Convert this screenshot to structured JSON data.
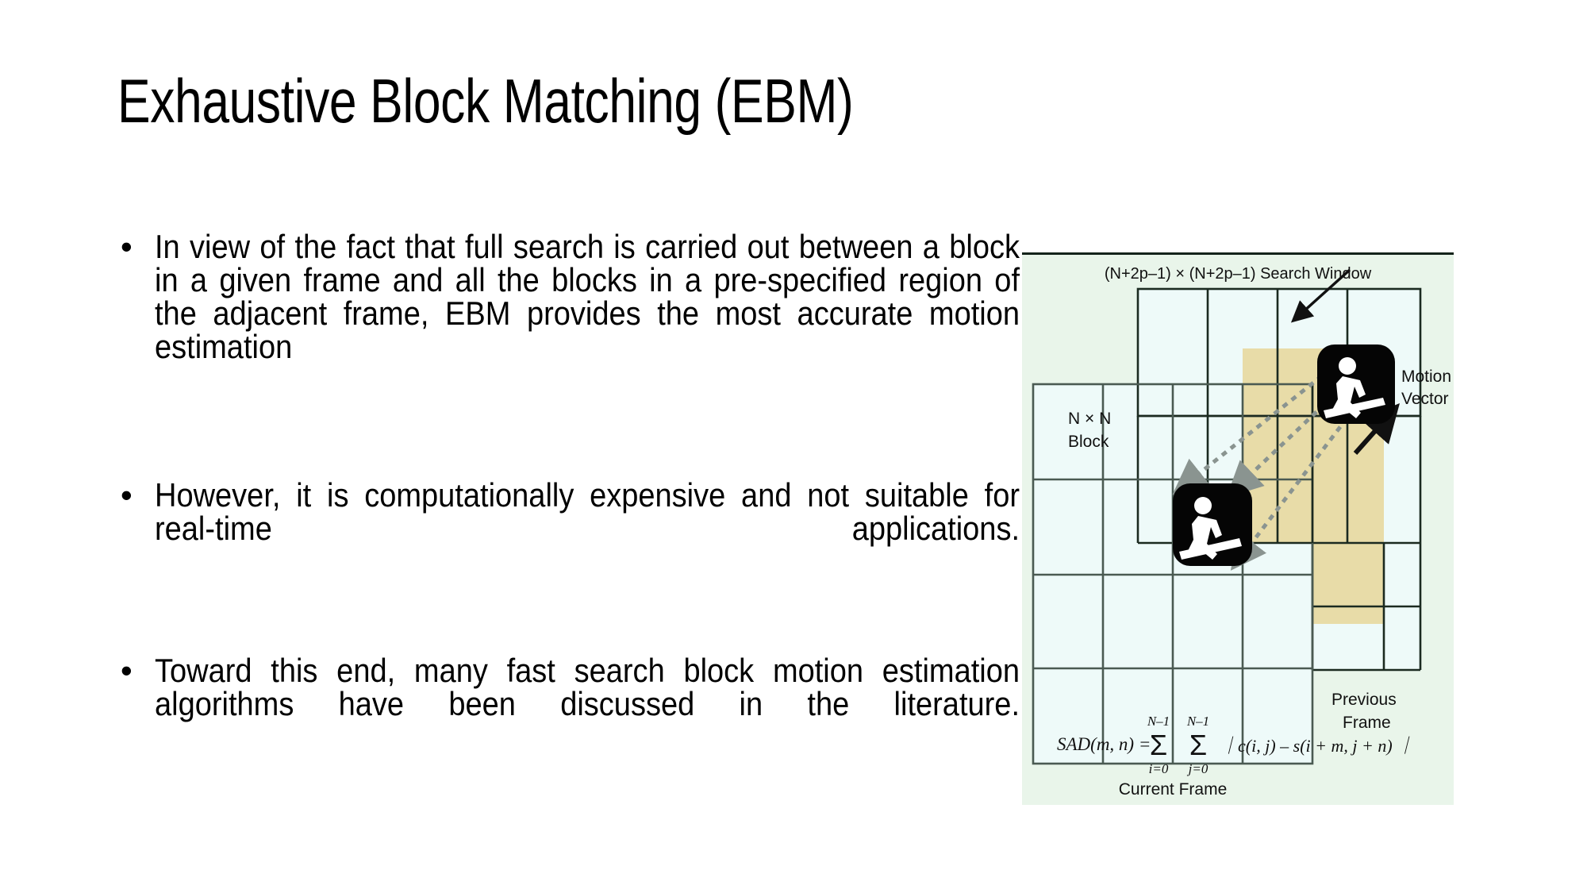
{
  "slide": {
    "title": "Exhaustive Block Matching (EBM)",
    "bullets": [
      "In view of the fact that full search is carried out between a block in a given frame and all the blocks in a pre-specified region of the adjacent frame, EBM provides the most accurate motion estimation",
      "However, it is computationally expensive and not suitable for real-time applications.",
      "Toward this end, many fast search block motion estimation algorithms have been discussed in the literature."
    ],
    "bullet_marker": "•"
  },
  "figure": {
    "background_color": "#e9f5ea",
    "cell_color": "#eefaf9",
    "highlight_color": "#e8dca8",
    "line_color": "#1b2a20",
    "labels": {
      "search_window": "(N+2p–1) × (N+2p–1) Search Window",
      "block_line1": "N × N",
      "block_line2": "Block",
      "motion_vector_line1": "Motion",
      "motion_vector_line2": "Vector",
      "previous_frame_line1": "Previous",
      "previous_frame_line2": "Frame",
      "current_frame": "Current Frame"
    },
    "formula": {
      "lhs": "SAD(m, n) =",
      "sum1_upper": "N–1",
      "sum1_lower": "i=0",
      "sum2_upper": "N–1",
      "sum2_lower": "j=0",
      "sigma": "Σ",
      "body": "｜c(i, j) – s(i + m, j + n) ｜"
    }
  }
}
